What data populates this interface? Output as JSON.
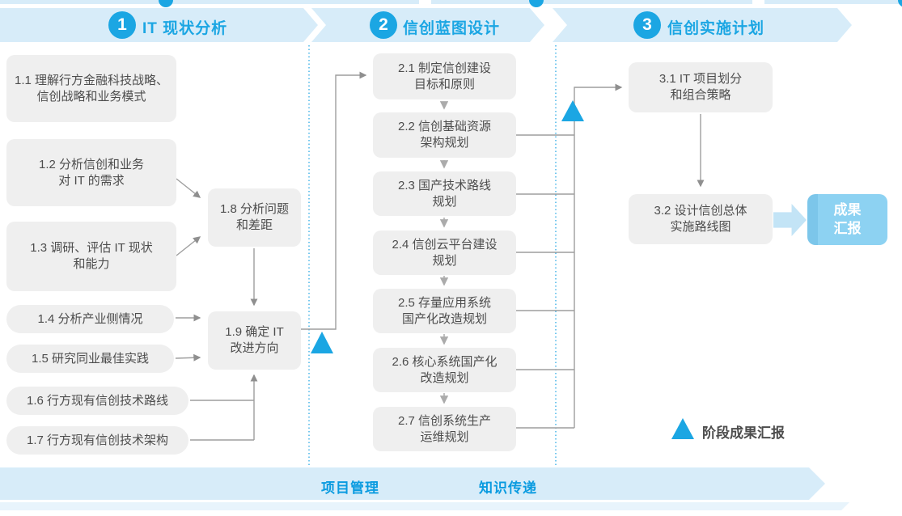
{
  "phases": [
    {
      "number": "1",
      "title": "IT 现状分析"
    },
    {
      "number": "2",
      "title": "信创蓝图设计"
    },
    {
      "number": "3",
      "title": "信创实施计划"
    }
  ],
  "steps": {
    "s1_1": {
      "lines": [
        "1.1 理解行方金融科技战略、",
        "信创战略和业务模式"
      ]
    },
    "s1_2": {
      "lines": [
        "1.2 分析信创和业务",
        "对 IT 的需求"
      ]
    },
    "s1_3": {
      "lines": [
        "1.3 调研、评估 IT 现状",
        "和能力"
      ]
    },
    "s1_4": {
      "lines": [
        "1.4 分析产业侧情况"
      ]
    },
    "s1_5": {
      "lines": [
        "1.5 研究同业最佳实践"
      ]
    },
    "s1_6": {
      "lines": [
        "1.6 行方现有信创技术路线"
      ]
    },
    "s1_7": {
      "lines": [
        "1.7 行方现有信创技术架构"
      ]
    },
    "s1_8": {
      "lines": [
        "1.8 分析问题",
        "和差距"
      ]
    },
    "s1_9": {
      "lines": [
        "1.9 确定 IT",
        "改进方向"
      ]
    },
    "s2_1": {
      "lines": [
        "2.1 制定信创建设",
        "目标和原则"
      ]
    },
    "s2_2": {
      "lines": [
        "2.2 信创基础资源",
        "架构规划"
      ]
    },
    "s2_3": {
      "lines": [
        "2.3 国产技术路线",
        "规划"
      ]
    },
    "s2_4": {
      "lines": [
        "2.4 信创云平台建设",
        "规划"
      ]
    },
    "s2_5": {
      "lines": [
        "2.5 存量应用系统",
        "国产化改造规划"
      ]
    },
    "s2_6": {
      "lines": [
        "2.6 核心系统国产化",
        "改造规划"
      ]
    },
    "s2_7": {
      "lines": [
        "2.7 信创系统生产",
        "运维规划"
      ]
    },
    "s3_1": {
      "lines": [
        "3.1 IT 项目划分",
        "和组合策略"
      ]
    },
    "s3_2": {
      "lines": [
        "3.2 设计信创总体",
        "实施路线图"
      ]
    }
  },
  "outcome": {
    "lines": [
      "成果",
      "汇报"
    ]
  },
  "legend": {
    "label": "阶段成果汇报"
  },
  "footer": {
    "items": [
      "项目管理",
      "知识传递"
    ]
  },
  "colors": {
    "accent": "#1ba6e3",
    "band": "#d7ecf9",
    "box": "#efefef",
    "line": "#9b9b9b",
    "outcome_bg": "#8dd2f2",
    "text": "#4d4d4d",
    "footer_text": "#0a9be0"
  }
}
